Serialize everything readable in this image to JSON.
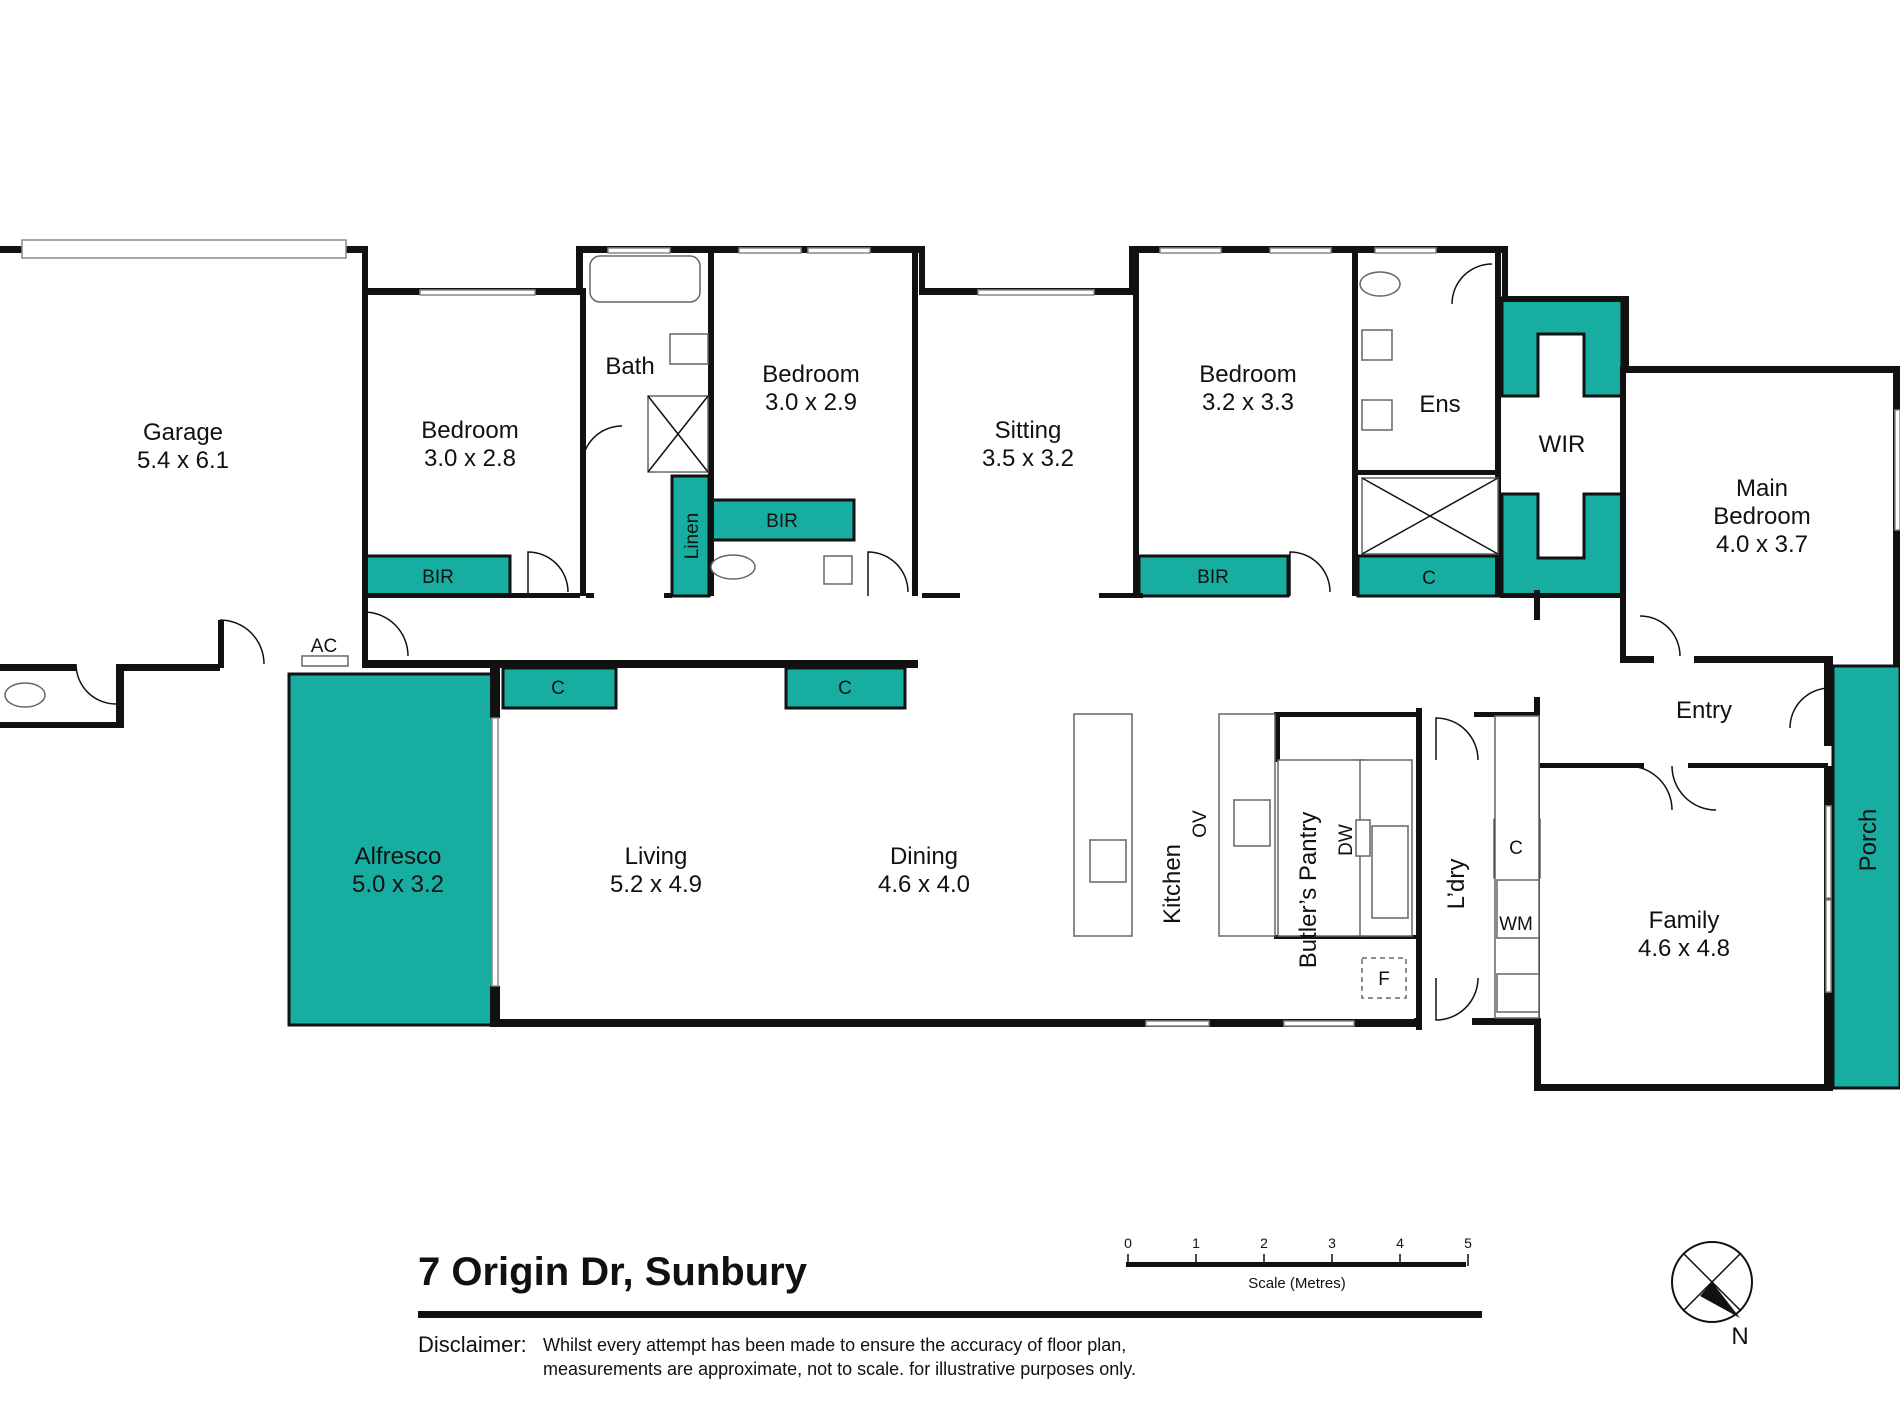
{
  "title": "7 Origin Dr, Sunbury",
  "disclaimer": {
    "label": "Disclaimer:",
    "line1": "Whilst every attempt has been made to ensure the accuracy of floor plan,",
    "line2": "measurements are approximate, not to scale. for illustrative purposes only."
  },
  "scale": {
    "ticks": [
      "0",
      "1",
      "2",
      "3",
      "4",
      "5"
    ],
    "caption": "Scale (Metres)"
  },
  "compass": {
    "north": "N"
  },
  "rooms": {
    "garage": {
      "name": "Garage",
      "dims": "5.4 x 6.1"
    },
    "bedroom2": {
      "name": "Bedroom",
      "dims": "3.0 x 2.8"
    },
    "bath": {
      "name": "Bath"
    },
    "bedroom3": {
      "name": "Bedroom",
      "dims": "3.0 x 2.9"
    },
    "sitting": {
      "name": "Sitting",
      "dims": "3.5 x 3.2"
    },
    "bedroom4": {
      "name": "Bedroom",
      "dims": "3.2 x 3.3"
    },
    "ens": {
      "name": "Ens"
    },
    "wir": {
      "name": "WIR"
    },
    "main_bedroom": {
      "line1": "Main",
      "line2": "Bedroom",
      "dims": "4.0 x 3.7"
    },
    "alfresco": {
      "name": "Alfresco",
      "dims": "5.0 x 3.2"
    },
    "living": {
      "name": "Living",
      "dims": "5.2 x 4.9"
    },
    "dining": {
      "name": "Dining",
      "dims": "4.6 x 4.0"
    },
    "kitchen": {
      "name": "Kitchen"
    },
    "butlers_pantry": {
      "name": "Butler’s Pantry"
    },
    "laundry": {
      "name": "L’dry"
    },
    "entry": {
      "name": "Entry"
    },
    "family": {
      "name": "Family",
      "dims": "4.6 x 4.8"
    },
    "porch": {
      "name": "Porch"
    }
  },
  "fixtures": {
    "bir": "BIR",
    "linen": "Linen",
    "cupboard": "C",
    "ac": "AC",
    "oven": "OV",
    "dishwasher": "DW",
    "fridge": "F",
    "washing_machine": "WM"
  },
  "colors": {
    "storage_fill": "#17ada1",
    "walls": "#111111"
  }
}
